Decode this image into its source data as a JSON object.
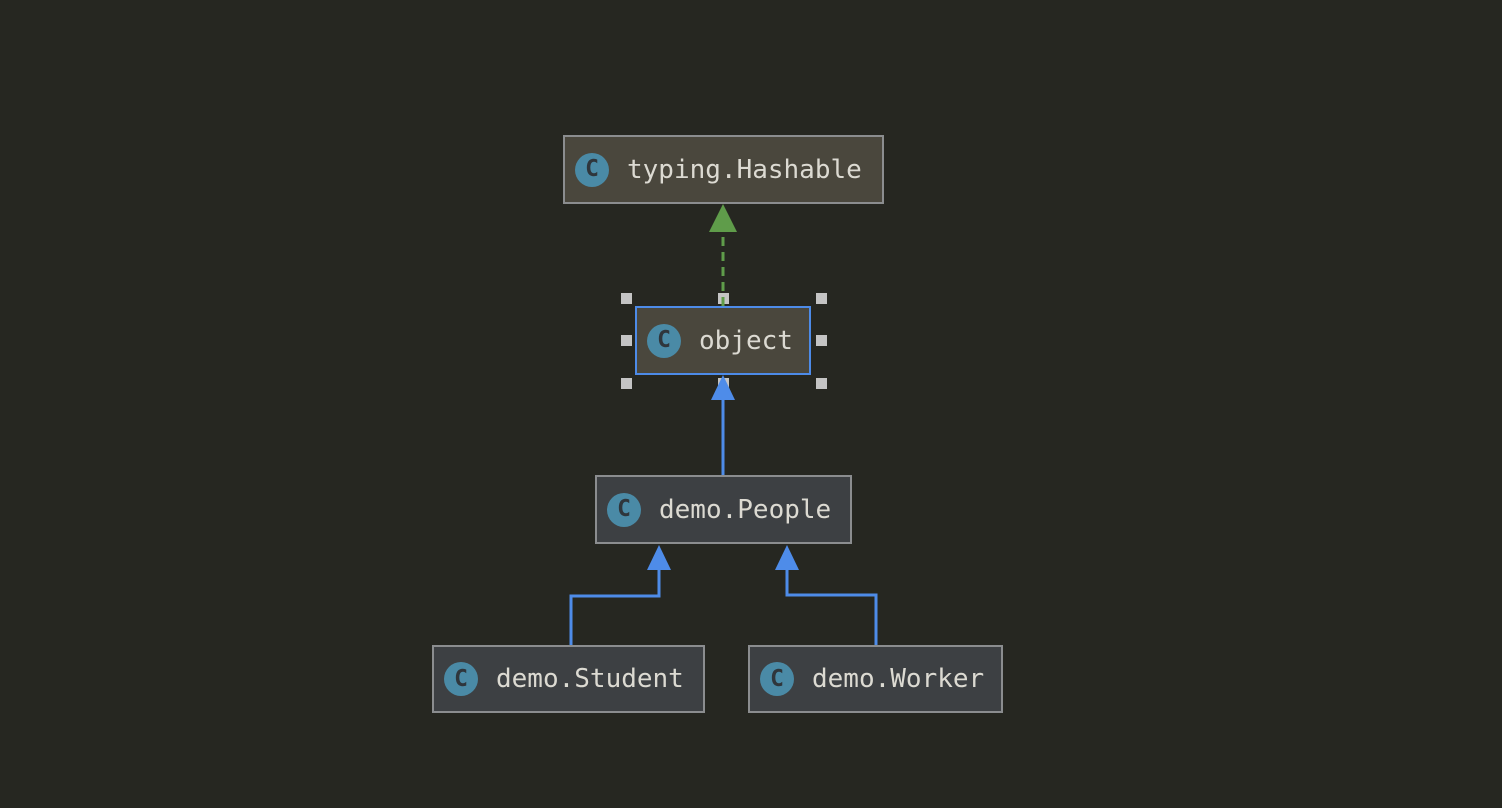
{
  "diagram": {
    "type": "uml-class-diagram",
    "nodes": [
      {
        "id": "typing-hashable",
        "label": "typing.Hashable",
        "kind": "class",
        "style": "library",
        "selected": false
      },
      {
        "id": "object",
        "label": "object",
        "kind": "class",
        "style": "library",
        "selected": true
      },
      {
        "id": "demo-people",
        "label": "demo.People",
        "kind": "class",
        "style": "project",
        "selected": false
      },
      {
        "id": "demo-student",
        "label": "demo.Student",
        "kind": "class",
        "style": "project",
        "selected": false
      },
      {
        "id": "demo-worker",
        "label": "demo.Worker",
        "kind": "class",
        "style": "project",
        "selected": false
      }
    ],
    "edges": [
      {
        "from": "object",
        "to": "typing.Hashable",
        "type": "realization",
        "line": "dashed",
        "color": "#5f9c4a"
      },
      {
        "from": "demo.People",
        "to": "object",
        "type": "inheritance",
        "line": "solid",
        "color": "#4e8ce9"
      },
      {
        "from": "demo.Student",
        "to": "demo.People",
        "type": "inheritance",
        "line": "solid",
        "color": "#4e8ce9"
      },
      {
        "from": "demo.Worker",
        "to": "demo.People",
        "type": "inheritance",
        "line": "solid",
        "color": "#4e8ce9"
      }
    ]
  },
  "icon": {
    "glyph": "C",
    "meaning": "class"
  },
  "colors": {
    "canvas_bg": "#262721",
    "node_fill_library": "#4a473d",
    "node_fill_project": "#3d4043",
    "node_border": "#8b8d8f",
    "selection_blue": "#4d8be8",
    "edge_blue": "#4e8ce9",
    "edge_green": "#5f9c4a",
    "handle_gray": "#c4c4c4",
    "icon_bg": "#4a8aa6",
    "icon_fg": "#2f363c",
    "node_text": "#dcdad2"
  }
}
